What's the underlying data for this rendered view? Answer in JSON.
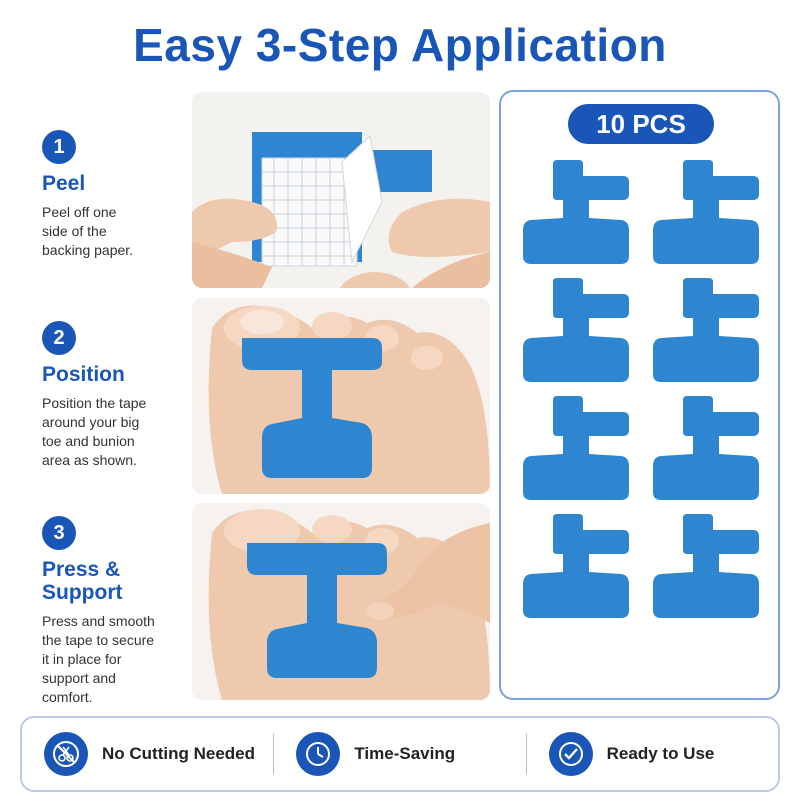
{
  "title": "Easy 3-Step Application",
  "steps": [
    {
      "number": "1",
      "title": "Peel",
      "description": "Peel off one\nside of the\nbacking paper."
    },
    {
      "number": "2",
      "title": "Position",
      "description": "Position the tape\naround your big\ntoe and bunion\narea as shown."
    },
    {
      "number": "3",
      "title": "Press &\nSupport",
      "description": "Press and smooth\nthe tape to secure\nit in place for\nsupport and\ncomfort."
    }
  ],
  "pieces_badge": "10 PCS",
  "features": [
    {
      "label": "No Cutting Needed",
      "icon": "no-scissors-icon"
    },
    {
      "label": "Time-Saving",
      "icon": "clock-icon"
    },
    {
      "label": "Ready to Use",
      "icon": "check-circle-icon"
    }
  ],
  "colors": {
    "brand": "#1a56b8",
    "tape": "#2f86d0",
    "skin": "#efc9ad"
  }
}
